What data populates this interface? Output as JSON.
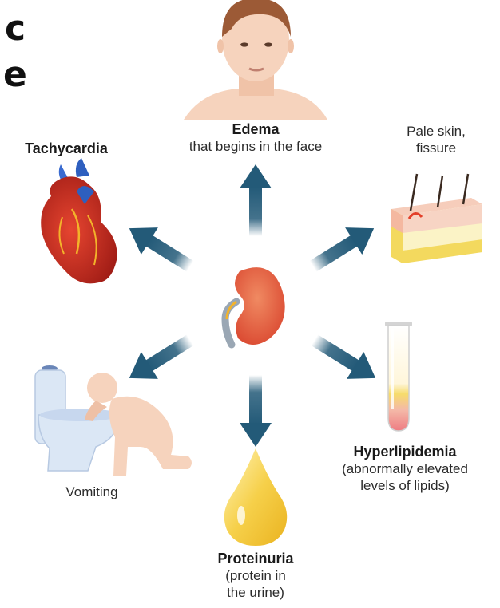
{
  "title_fragment": {
    "line1": "c",
    "line2": "e"
  },
  "center": {
    "icon": "kidney-icon"
  },
  "symptoms": {
    "edema": {
      "title": "Edema",
      "desc": "that begins in the face",
      "icon": "face-icon"
    },
    "tachycardia": {
      "title": "Tachycardia",
      "icon": "heart-icon"
    },
    "pale_skin": {
      "line1": "Pale skin,",
      "line2": "fissure",
      "icon": "skin-layer-icon"
    },
    "vomiting": {
      "title": "Vomiting",
      "icon": "vomiting-person-icon"
    },
    "hyperlipidemia": {
      "title": "Hyperlipidemia",
      "desc1": "(abnormally elevated",
      "desc2": "levels of lipids)",
      "icon": "test-tube-icon"
    },
    "proteinuria": {
      "title": "Proteinuria",
      "desc1": "(protein in",
      "desc2": "the urine)",
      "icon": "urine-drop-icon"
    }
  },
  "colors": {
    "arrow": "#235a78",
    "kidney": "#e0553a",
    "heart": "#c8271f",
    "skin_tone": "#f6d3bd",
    "toilet": "#dbe7f5",
    "lipid": "#f3d877",
    "blood": "#ee8a8f",
    "urine": "#f3c52f"
  }
}
